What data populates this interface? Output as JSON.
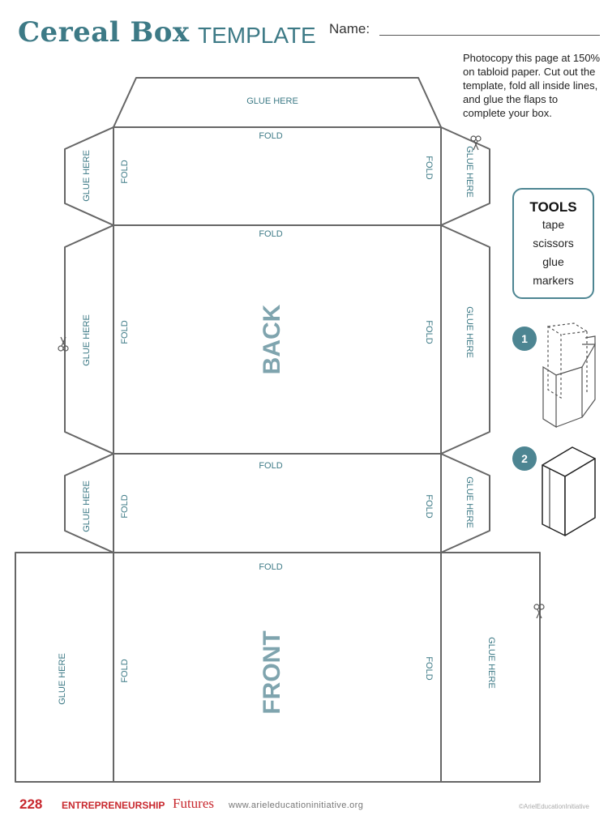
{
  "header": {
    "title_main": "Cereal Box",
    "title_sub": "TEMPLATE",
    "name_label": "Name:"
  },
  "instructions": "Photocopy this page at 150% on tabloid paper. Cut out the template, fold all inside lines, and glue the flaps to complete your box.",
  "tools": {
    "title": "TOOLS",
    "items": [
      "tape",
      "scissors",
      "glue",
      "markers"
    ]
  },
  "steps": [
    "1",
    "2"
  ],
  "template": {
    "glue_here": "GLUE HERE",
    "fold": "FOLD",
    "back": "BACK",
    "front": "FRONT"
  },
  "footer": {
    "page_number": "228",
    "section": "ENTREPRENEURSHIP",
    "brand": "Futures",
    "url": "www.arieleducationinitiative.org",
    "copyright": "©ArielEducationInitiative"
  },
  "colors": {
    "accent": "#3d7a86",
    "label": "#3d7a86",
    "footer_red": "#c8282e",
    "outline": "#666666"
  }
}
